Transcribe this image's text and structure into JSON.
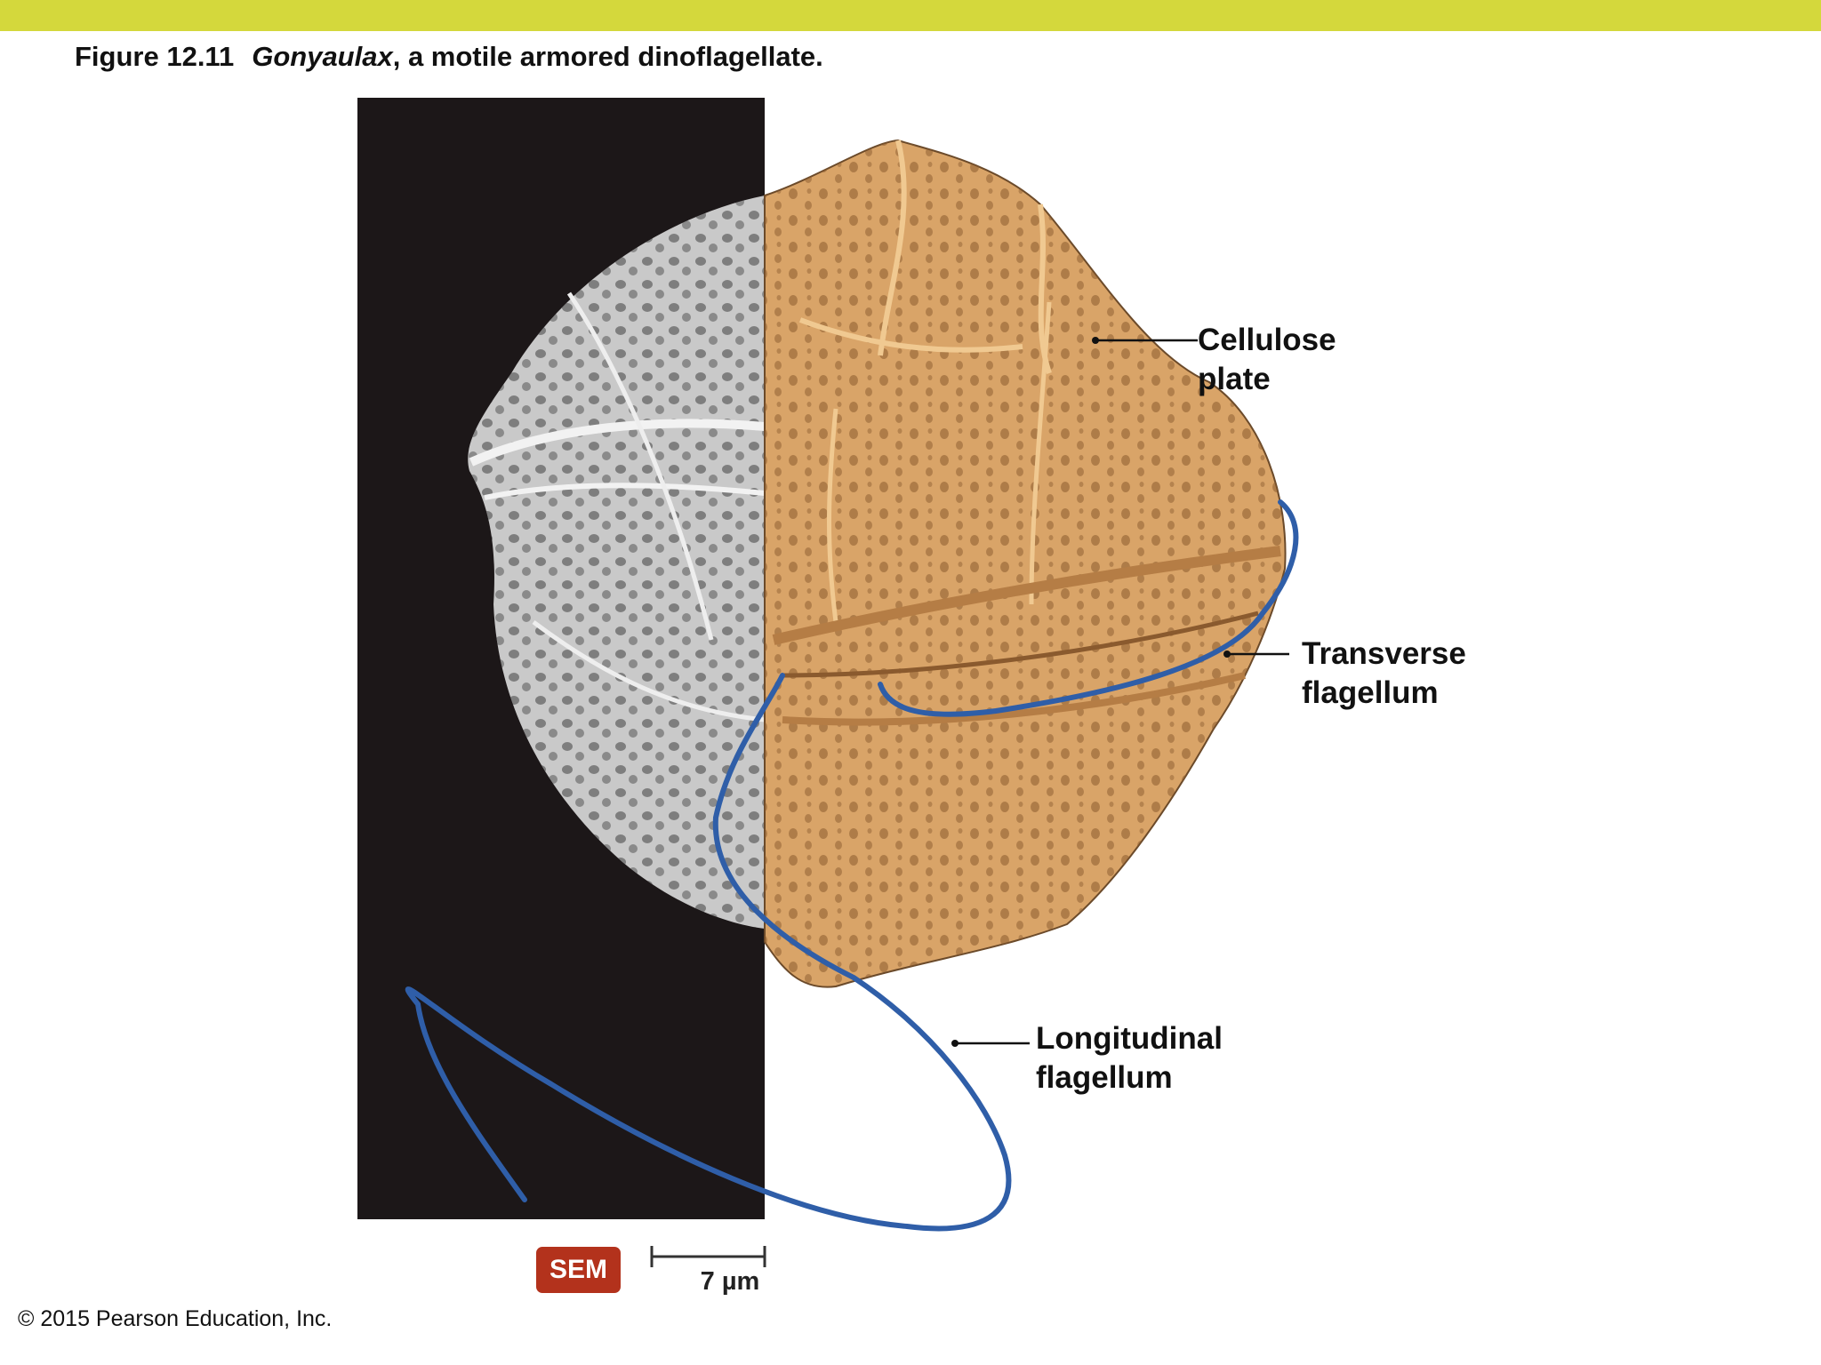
{
  "figure": {
    "number": "Figure 12.11",
    "genus": "Gonyaulax",
    "caption_rest": ", a motile armored dinoflagellate."
  },
  "labels": {
    "cellulose_plate": [
      "Cellulose",
      "plate"
    ],
    "transverse_flagellum": [
      "Transverse",
      "flagellum"
    ],
    "longitudinal_flagellum": [
      "Longitudinal",
      "flagellum"
    ]
  },
  "micrograph": {
    "badge": "SEM",
    "scale_bar": "7 µm"
  },
  "copyright": "© 2015 Pearson Education, Inc.",
  "colors": {
    "accent_bar": "#d4d83c",
    "flagellum": "#2f5ea8",
    "plate": "#d9a468",
    "sem_badge": "#b3321c"
  }
}
